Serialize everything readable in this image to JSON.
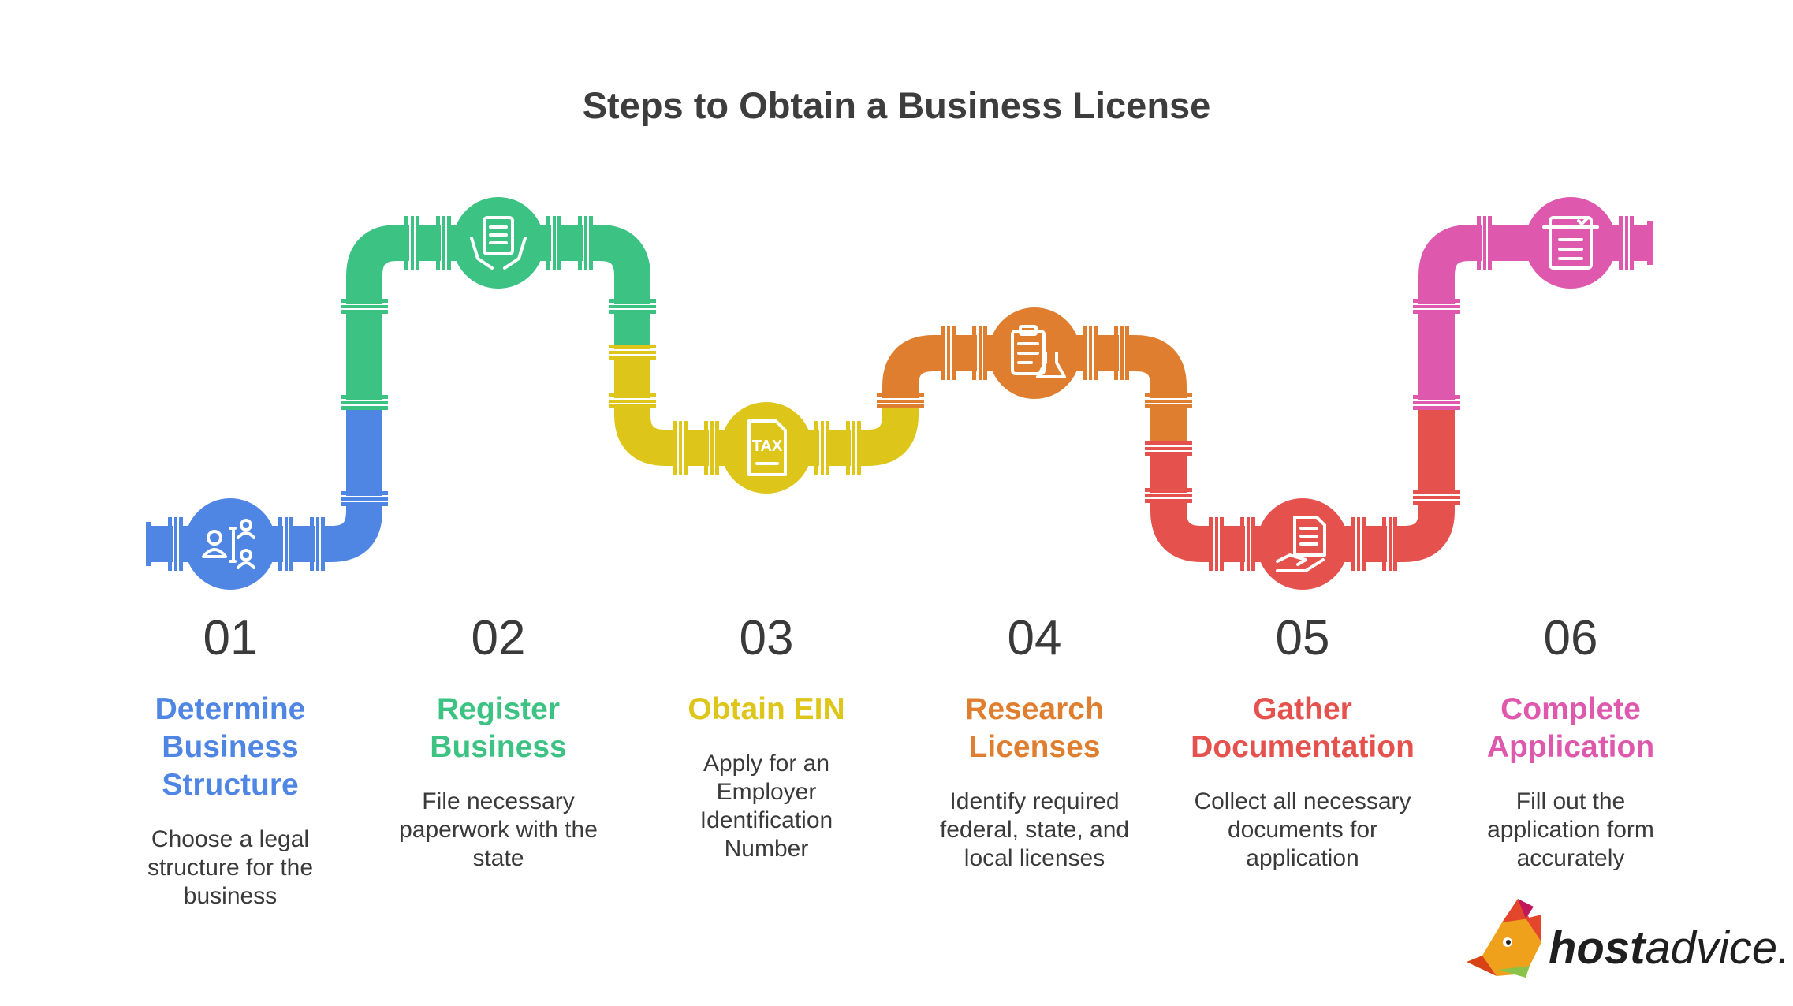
{
  "title": "Steps to Obtain a Business License",
  "colors": {
    "title": "#3d3d3d",
    "number": "#3a3a3a",
    "description": "#3a3a3a",
    "step_colors": [
      "#4f86e3",
      "#3cc282",
      "#ddc51a",
      "#e07e30",
      "#e5524e",
      "#de58ad"
    ],
    "logo_text": "#1f1f1f"
  },
  "steps": [
    {
      "number": "01",
      "title_lines": [
        "Determine",
        "Business",
        "Structure"
      ],
      "description_lines": [
        "Choose a legal",
        "structure for the",
        "business"
      ],
      "icon": "org-chart-icon"
    },
    {
      "number": "02",
      "title_lines": [
        "Register",
        "Business"
      ],
      "description_lines": [
        "File necessary",
        "paperwork with the",
        "state"
      ],
      "icon": "document-in-hands-icon"
    },
    {
      "number": "03",
      "title_lines": [
        "Obtain EIN"
      ],
      "description_lines": [
        "Apply for an",
        "Employer",
        "Identification",
        "Number"
      ],
      "icon": "tax-document-icon",
      "icon_label": "TAX"
    },
    {
      "number": "04",
      "title_lines": [
        "Research",
        "Licenses"
      ],
      "description_lines": [
        "Identify required",
        "federal, state, and",
        "local licenses"
      ],
      "icon": "clipboard-flask-icon"
    },
    {
      "number": "05",
      "title_lines": [
        "Gather",
        "Documentation"
      ],
      "description_lines": [
        "Collect all necessary",
        "documents for",
        "application"
      ],
      "icon": "document-hand-icon"
    },
    {
      "number": "06",
      "title_lines": [
        "Complete",
        "Application"
      ],
      "description_lines": [
        "Fill out the",
        "application form",
        "accurately"
      ],
      "icon": "application-form-icon"
    }
  ],
  "logo": {
    "brand_bold": "host",
    "brand_light": "advice.",
    "icon": "hostadvice-bird-logo-icon"
  }
}
